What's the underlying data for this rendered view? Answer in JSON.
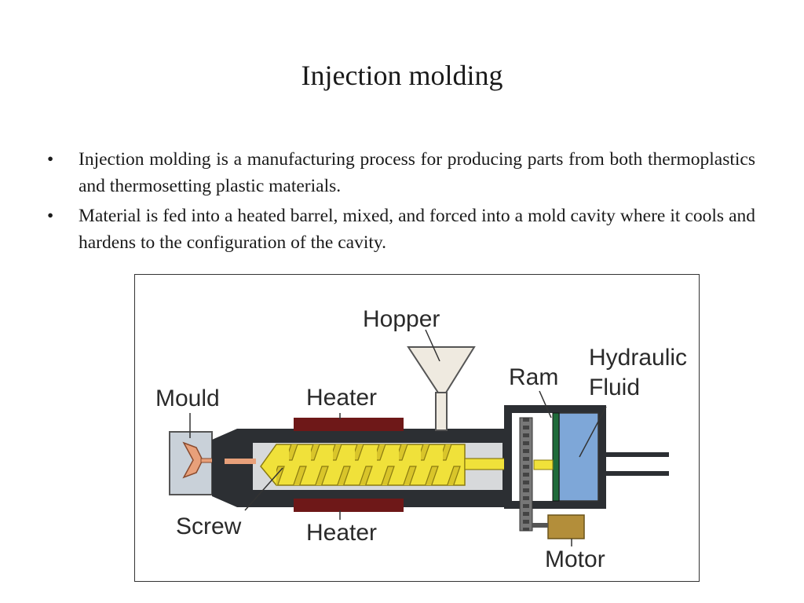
{
  "slide": {
    "title": "Injection molding",
    "bullets": [
      {
        "text": "Injection molding  is a manufacturing process for producing parts from both thermoplastics and thermosetting plastic materials."
      },
      {
        "text": "Material is fed into a heated barrel, mixed, and forced into a mold cavity where it cools and hardens to the configuration of the cavity."
      }
    ],
    "bullet_glyph": "•"
  },
  "diagram": {
    "labels": {
      "hopper": "Hopper",
      "ram": "Ram",
      "hydraulic_line1": "Hydraulic",
      "hydraulic_line2": "Fluid",
      "mould": "Mould",
      "heater_top": "Heater",
      "heater_bottom": "Heater",
      "screw": "Screw",
      "motor": "Motor"
    },
    "colors": {
      "barrel": "#2c2f33",
      "heater": "#6e1818",
      "screw": "#f0e13a",
      "hydraulic": "#7ea7d8",
      "motor": "#b38e3a",
      "mould": "#c9d1d9",
      "plastic": "#e8a07a",
      "hopper": "#efeae0",
      "ram_plate": "#1f6b3a"
    }
  }
}
